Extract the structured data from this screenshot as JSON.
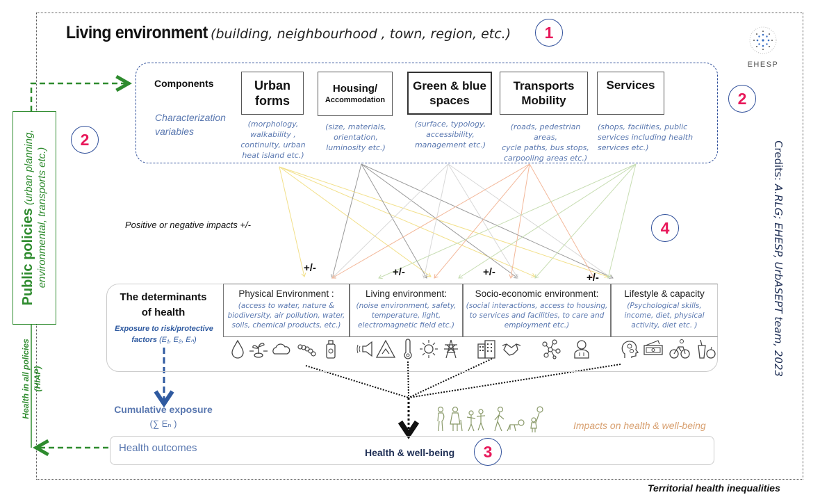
{
  "title": {
    "main": "Living environment",
    "subtitle": "(building, neighbourhood , town, region, etc.)"
  },
  "badges": {
    "living_environment": "1",
    "components": "2",
    "public_policies": "2",
    "health_wellbeing": "3",
    "impacts": "4"
  },
  "logo": {
    "name": "EHESP"
  },
  "components": {
    "label": "Components",
    "char_label_line1": "Characterization",
    "char_label_line2": "variables",
    "items": [
      {
        "title_line1": "Urban",
        "title_line2": "forms",
        "desc": [
          "(morphology,",
          "walkability ,",
          "continuity, urban",
          "heat island etc.)"
        ]
      },
      {
        "title_line1": "Housing/",
        "title_line2": "Accommodation",
        "desc": [
          "(size, materials,",
          "orientation,",
          "luminosity etc.)"
        ]
      },
      {
        "title_line1": "Green & blue",
        "title_line2": "spaces",
        "desc": [
          "(surface, typology,",
          "accessibility,",
          "management etc.)"
        ]
      },
      {
        "title_line1": "Transports",
        "title_line2": "Mobility",
        "desc": [
          "(roads, pedestrian areas,",
          "cycle paths, bus stops,",
          "carpooling areas etc.)"
        ]
      },
      {
        "title_line1": "Services",
        "title_line2": "",
        "desc": [
          "(shops, facilities, public",
          "services including health",
          "services etc.)"
        ]
      }
    ]
  },
  "public_policies": {
    "title": "Public policies",
    "subtitle_line1": "(urban planning,",
    "subtitle_line2": "environmental, transports etc.)",
    "hiap_line1": "Health in all policies",
    "hiap_line2": "(HIAP)"
  },
  "credits": {
    "label": "Credits:",
    "text": "A.RLG; EHESP, UrbASEPT team, 2023"
  },
  "impacts": {
    "label": "Positive or negative impacts +/-",
    "plus_minus": "+/-"
  },
  "determinants": {
    "title_line1": "The determinants",
    "title_line2": "of health",
    "exposure_line1": "Exposure to risk/protective",
    "exposure_factors": "factors",
    "exposure_vars": "(E₁, E₂, Eₙ)",
    "categories": [
      {
        "title": "Physical Environment :",
        "desc": [
          "(access to water, nature &",
          "biodiversity, air pollution, water,",
          "soils, chemical products, etc.)"
        ]
      },
      {
        "title": "Living environment:",
        "desc": [
          "(noise environment, safety,",
          "temperature, light,",
          "electromagnetic field etc.)"
        ]
      },
      {
        "title": "Socio-economic environment:",
        "desc": [
          "(social interactions, access to housing,",
          "to services and facilities, to care and",
          "employment etc.)"
        ]
      },
      {
        "title": "Lifestyle & capacity",
        "desc": [
          "(Psychological skills,",
          "income, diet, physical",
          "activity, diet etc. )"
        ]
      }
    ],
    "icons": [
      "water-drop-icon",
      "sprout-icon",
      "cloud-icon",
      "caterpillar-icon",
      "spray-can-icon",
      "speaker-icon",
      "warning-sign-icon",
      "thermometer-icon",
      "sun-icon",
      "power-pylon-icon",
      "buildings-icon",
      "handshake-icon",
      "network-icon",
      "doctor-icon",
      "head-gears-icon",
      "money-icon",
      "cyclist-icon",
      "food-icon"
    ]
  },
  "cumulative": {
    "label": "Cumulative  exposure",
    "formula": "(∑ Eₙ )"
  },
  "outcomes": {
    "label": "Health outcomes",
    "health_wellbeing": "Health & well-being",
    "impacts_label": "Impacts on health & well-being"
  },
  "footer": {
    "territorial": "Territorial health inequalities"
  },
  "colors": {
    "policy_green": "#2e8b2e",
    "badge_red": "#e8185a",
    "badge_border": "#2f4f9a",
    "desc_blue": "#5a78b0",
    "impacts_orange": "#d8a070"
  }
}
